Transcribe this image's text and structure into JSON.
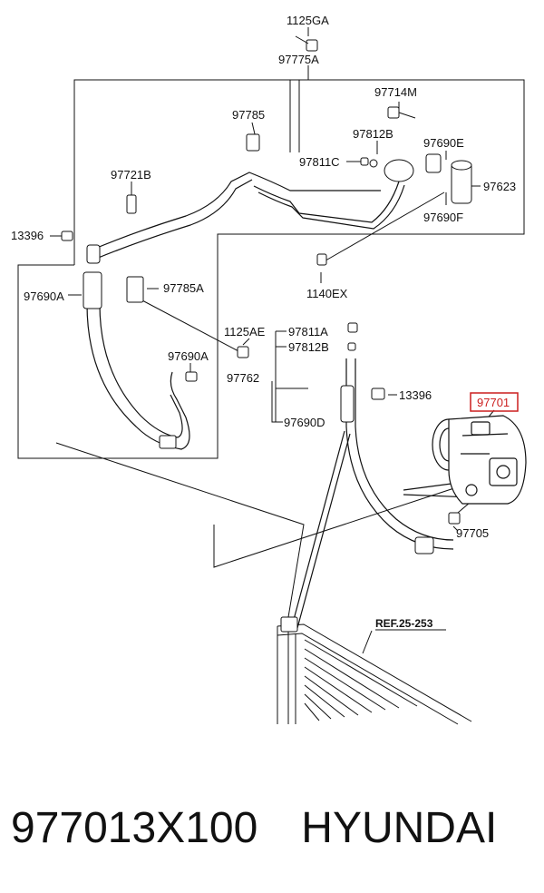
{
  "labels": {
    "p1125GA": "1125GA",
    "p97775A": "97775A",
    "p97714M": "97714M",
    "p97785": "97785",
    "p97812B_top": "97812B",
    "p97690E": "97690E",
    "p97811C": "97811C",
    "p97721B": "97721B",
    "p97623": "97623",
    "p97690F": "97690F",
    "p13396_left": "13396",
    "p97785A": "97785A",
    "p97690A_left": "97690A",
    "p1140EX": "1140EX",
    "p1125AE": "1125AE",
    "p97811A": "97811A",
    "p97812B_mid": "97812B",
    "p97690A_mid": "97690A",
    "p97762": "97762",
    "p13396_right": "13396",
    "p97701": "97701",
    "p97690D": "97690D",
    "p97705": "97705",
    "ref": "REF.25-253"
  },
  "caption": {
    "part_number": "977013X100",
    "brand": "HYUNDAI"
  },
  "colors": {
    "line": "#111111",
    "highlight": "#cc1f1f"
  }
}
